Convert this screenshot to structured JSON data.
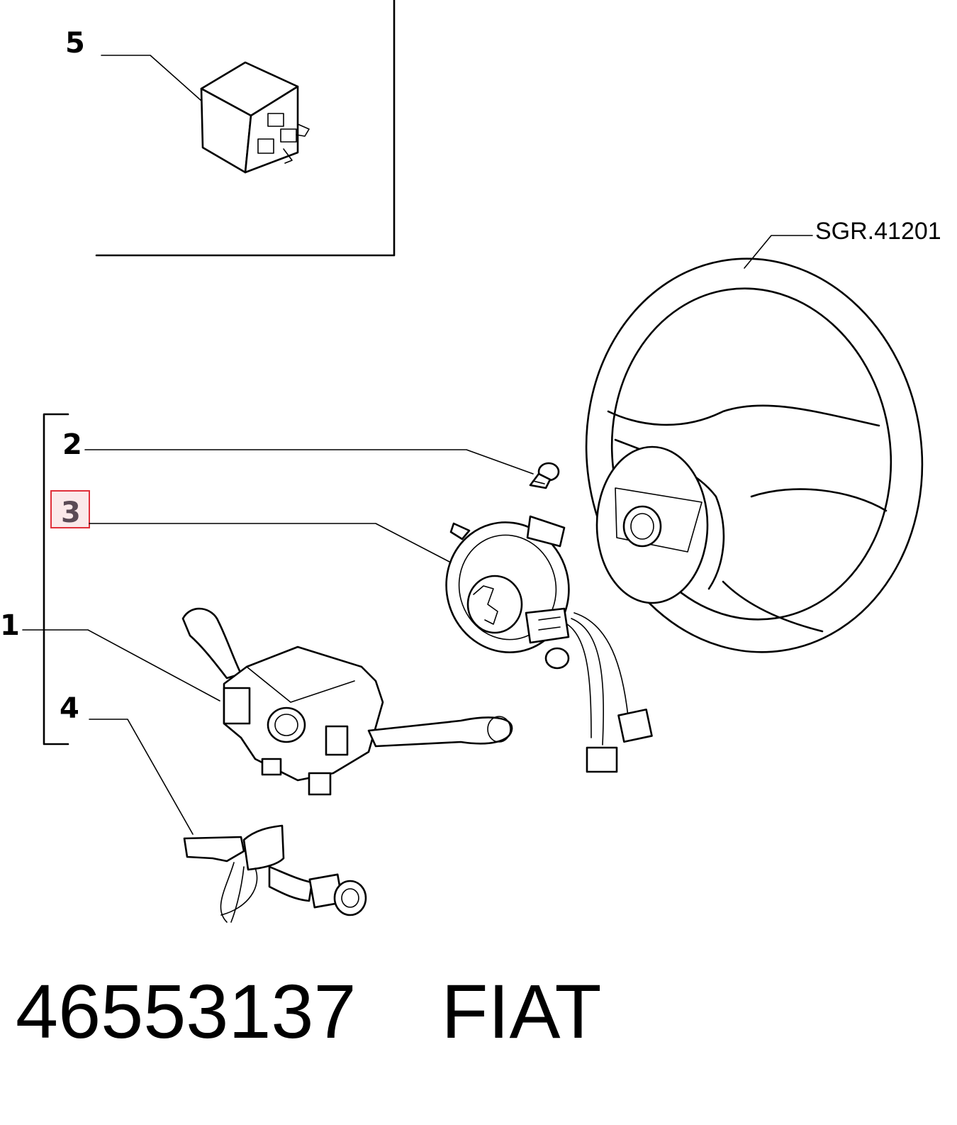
{
  "callouts": [
    {
      "id": "1",
      "label": "1"
    },
    {
      "id": "2",
      "label": "2"
    },
    {
      "id": "3",
      "label": "3"
    },
    {
      "id": "4",
      "label": "4"
    },
    {
      "id": "5",
      "label": "5"
    }
  ],
  "reference_label": "SGR.41201",
  "footer": {
    "part_number": "46553137",
    "brand": "FIAT"
  },
  "highlight_color": "#e0303a"
}
